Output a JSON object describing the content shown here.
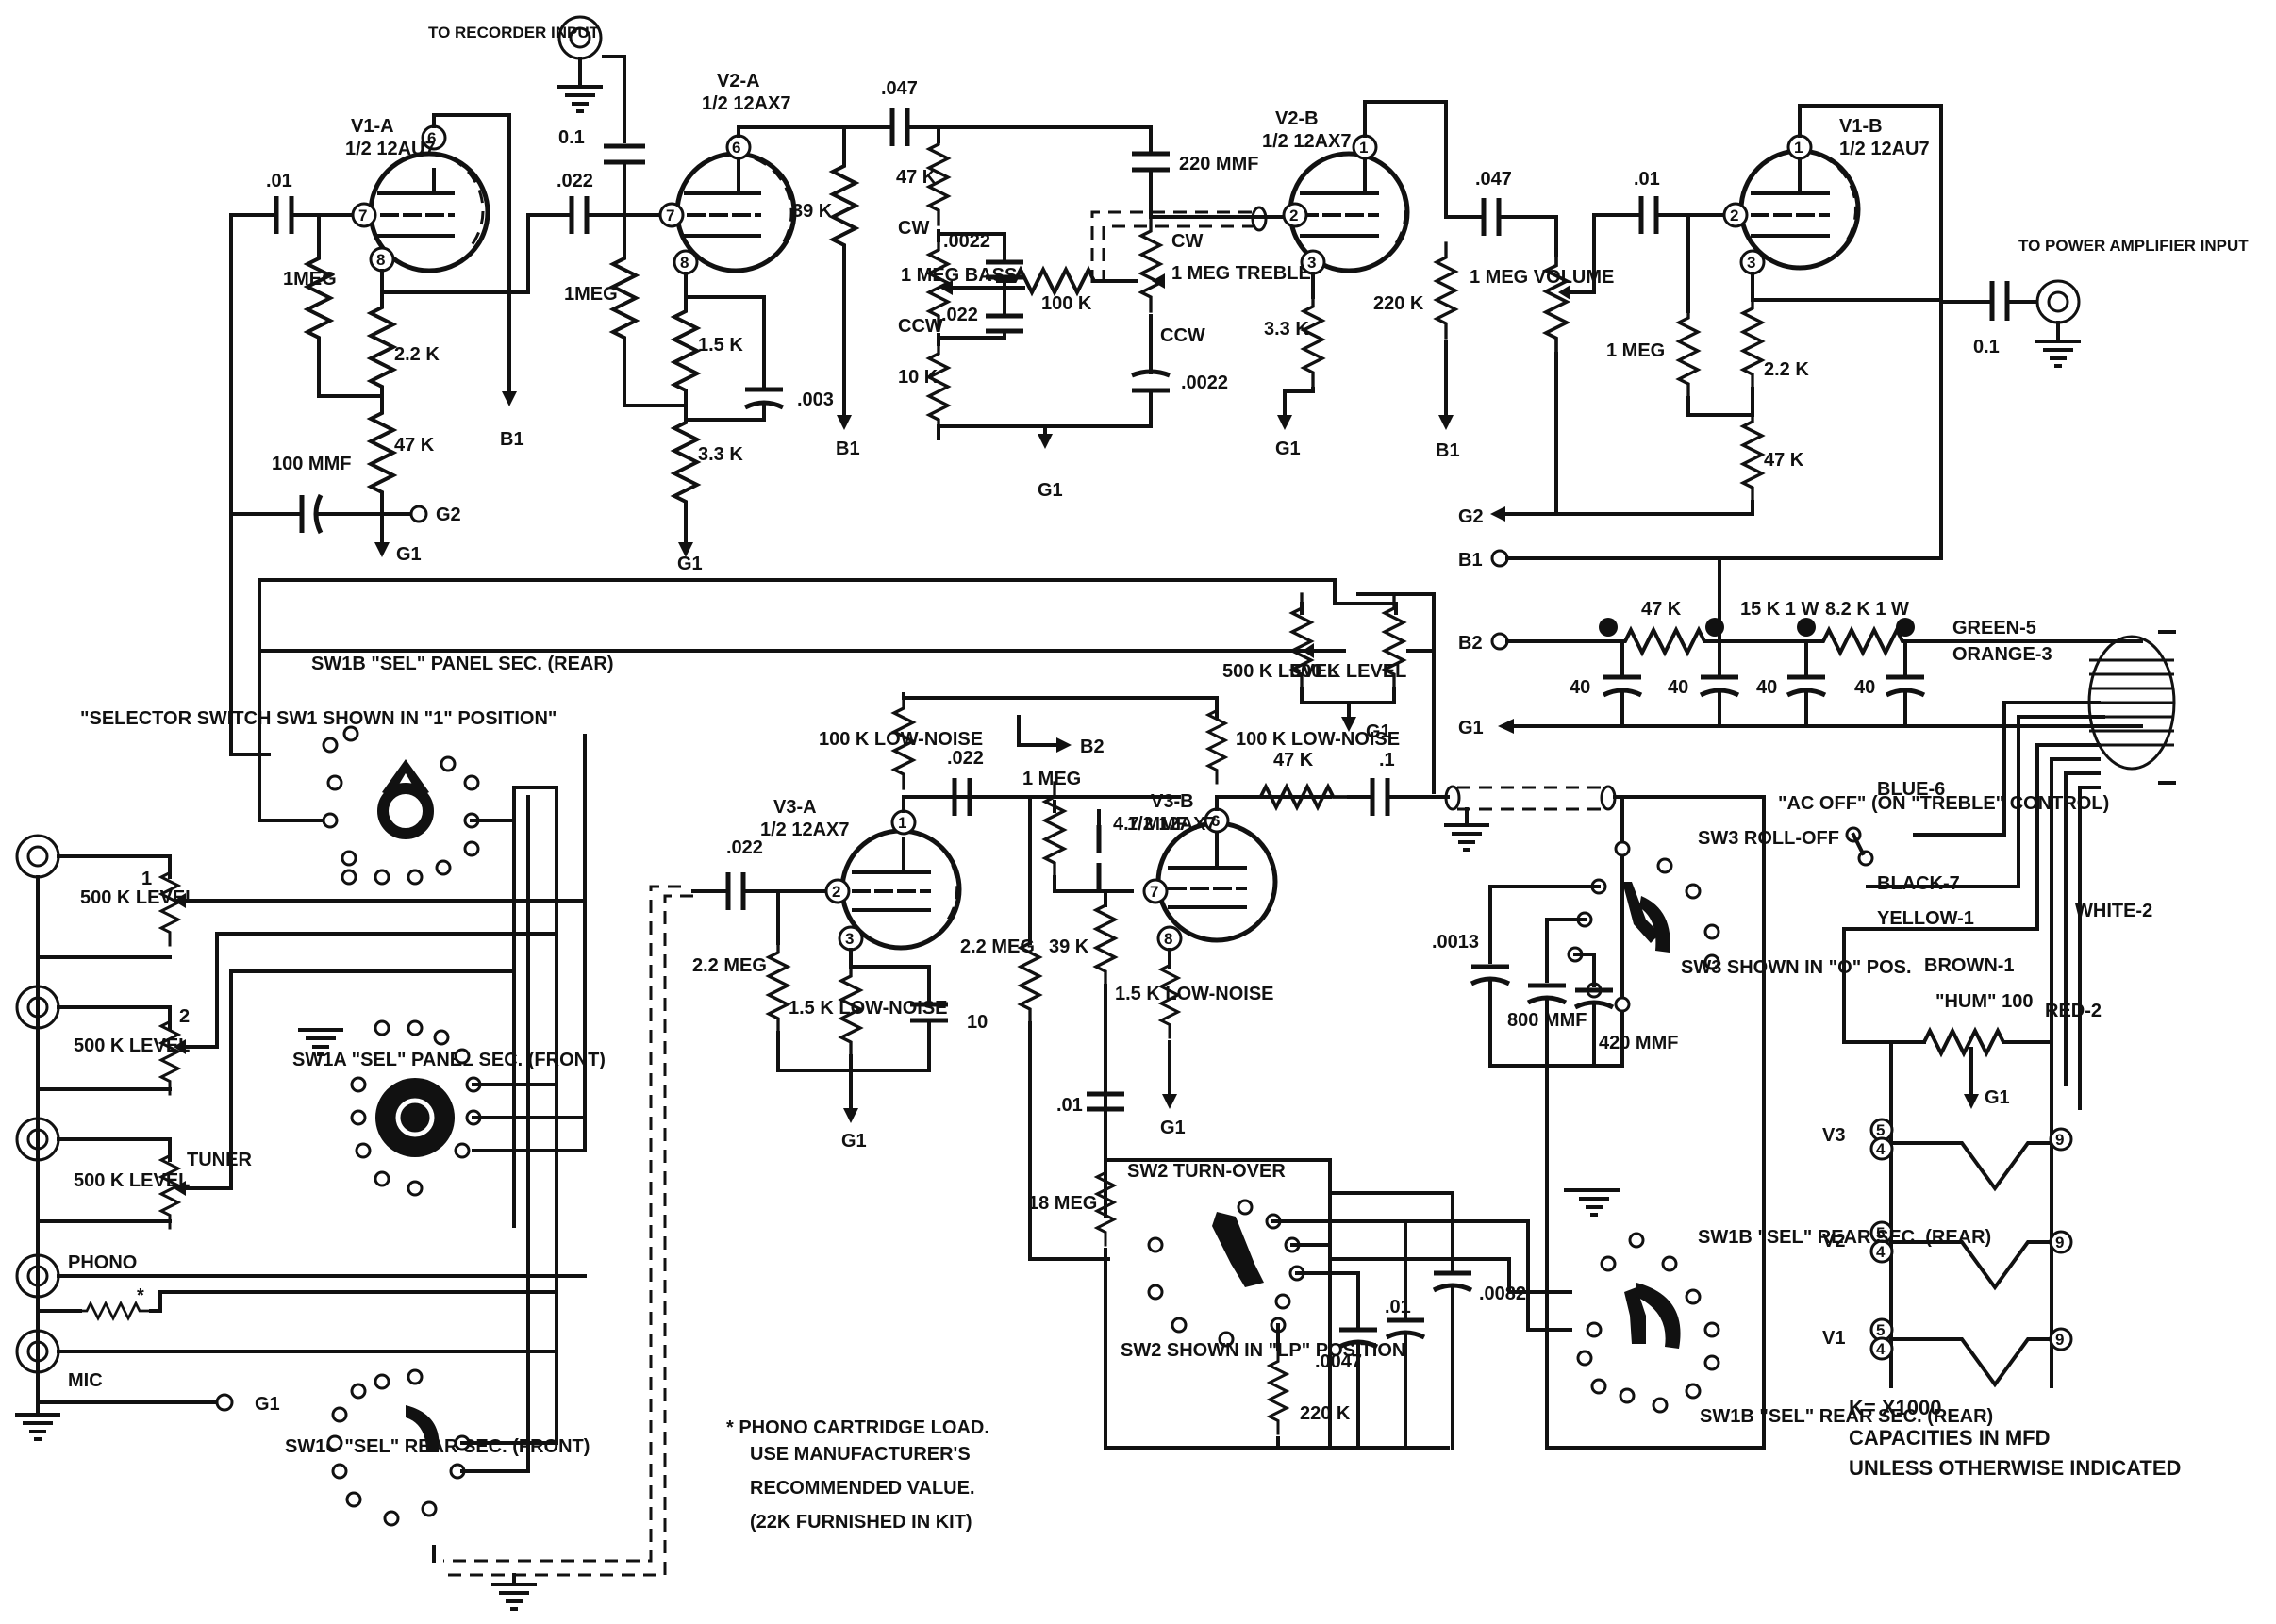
{
  "tubes": {
    "v1a": {
      "name": "V1-A",
      "type": "1/2 12AU7",
      "pins": [
        "6",
        "7",
        "8"
      ]
    },
    "v2a": {
      "name": "V2-A",
      "type": "1/2 12AX7",
      "pins": [
        "6",
        "7",
        "8"
      ]
    },
    "v2b": {
      "name": "V2-B",
      "type": "1/2 12AX7",
      "pins": [
        "1",
        "2",
        "3"
      ]
    },
    "v1b": {
      "name": "V1-B",
      "type": "1/2 12AU7",
      "pins": [
        "1",
        "2",
        "3"
      ]
    },
    "v3a": {
      "name": "V3-A",
      "type": "1/2 12AX7",
      "pins": [
        "1",
        "2",
        "3"
      ]
    },
    "v3b": {
      "name": "V3-B",
      "type": "1/2 12AX7",
      "pins": [
        "6",
        "7",
        "8"
      ]
    }
  },
  "components": {
    "c01_v1a": ".01",
    "r1meg_v1a": "1MEG",
    "r22k_v1a": "2.2 K",
    "r47k_v1a": "47 K",
    "c100mmf": "100 MMF",
    "c01_rec": "0.1",
    "c022_v2a": ".022",
    "r1meg_v2a": "1MEG",
    "r15k_v2a": "1.5 K",
    "r33k_v2a": "3.3 K",
    "c003": ".003",
    "c047_a": ".047",
    "r39k": "39 K",
    "r47k_tone": "47 K",
    "cw_bass": "CW",
    "c0022_a": ".0022",
    "bass_pot": "1 MEG BASS",
    "c022_tone": ".022",
    "ccw_bass": "CCW",
    "r10k": "10 K",
    "r100k_tone": "100 K",
    "c220mmf": "220 MMF",
    "cw_treble": "CW",
    "treble_pot": "1 MEG TREBLE",
    "ccw_treble": "CCW",
    "c0022_b": ".0022",
    "r33k_v2b": "3.3 K",
    "r220k_v2b": "220 K",
    "c047_b": ".047",
    "volume_pot": "1 MEG VOLUME",
    "c01_v1b": ".01",
    "r1meg_v1b": "1 MEG",
    "r22k_v1b": "2.2 K",
    "r47k_v1b": "47 K",
    "c01_out": "0.1",
    "r47k_ps": "47 K",
    "r15k1w": "15 K 1 W",
    "r82k1w": "8.2 K 1 W",
    "c40": "40",
    "r500k_level_a": "500 K LEVEL",
    "r500k_level_b": "500 K LEVEL",
    "r100k_v3a": "100 K LOW-NOISE",
    "c022_v3a_out": ".022",
    "c022_v3a_in": ".022",
    "r22meg_v3a": "2.2 MEG",
    "r15k_v3a": "1.5 K LOW-NOISE",
    "c10": "10",
    "r1meg_fb": "1 MEG",
    "c47mmf": "4.7 MMF",
    "r22meg_v3b": "2.2 MEG",
    "r39k_v3b": "39 K",
    "r15k_v3b": "1.5 K LOW-NOISE",
    "r100k_v3b": "100 K LOW-NOISE",
    "r47k_v3b": "47 K",
    "c1_out": ".1",
    "c01_sw2": ".01",
    "r18meg": "18 MEG",
    "c0047": ".0047",
    "c01_b": ".01",
    "c0082": ".0082",
    "r220k_sw2": "220 K",
    "c0013": ".0013",
    "c800mmf": "800 MMF",
    "c420mmf": "420 MMF",
    "hum_pot": "\"HUM\" 100",
    "level1_pot": "500 K LEVEL",
    "level2_pot": "500 K LEVEL",
    "level_tuner_pot": "500 K LEVEL",
    "phono_load": "*"
  },
  "inputs": {
    "in1": "1",
    "in2": "2",
    "tuner": "TUNER",
    "phono": "PHONO",
    "mic": "MIC"
  },
  "nodes": {
    "b1": "B1",
    "b2": "B2",
    "g1": "G1",
    "g2": "G2"
  },
  "jacks": {
    "recorder": "TO RECORDER INPUT",
    "power_amp": "TO POWER AMPLIFIER INPUT"
  },
  "switches": {
    "selector_note": "\"SELECTOR SWITCH SW1 SHOWN IN \"1\" POSITION\"",
    "sw1b_panel_rear": "SW1B \"SEL\" PANEL SEC. (REAR)",
    "sw1a_panel_front": "SW1A \"SEL\" PANEL SEC. (FRONT)",
    "sw1c_rear_front": "SW1C \"SEL\" REAR SEC. (FRONT)",
    "sw1b_rear_rear": "SW1B \"SEL\" REAR SEC. (REAR)",
    "sw3_rolloff": "SW3 ROLL-OFF",
    "sw3_note": "SW3 SHOWN IN \"O\" POS.",
    "sw2_turnover": "SW2 TURN-OVER",
    "sw2_note": "SW2 SHOWN IN \"LP\" POSITION",
    "ac_off": "\"AC OFF\" (ON \"TREBLE\" CONTROL)"
  },
  "cable": {
    "green": "GREEN-5",
    "orange": "ORANGE-3",
    "blue": "BLUE-6",
    "black": "BLACK-7",
    "yellow": "YELLOW-1",
    "brown": "BROWN-1",
    "white": "WHITE-2",
    "red": "RED-2"
  },
  "heaters": {
    "v3": "V3",
    "v2": "V2",
    "v1": "V1",
    "pin_a": "5",
    "pin_b": "4",
    "pin_c": "9"
  },
  "notes": {
    "phono_load": "* PHONO CARTRIDGE LOAD. USE MANUFACTURER'S RECOMMENDED VALUE. (22K FURNISHED IN KIT)",
    "phono_line1": "* PHONO CARTRIDGE LOAD.",
    "phono_line2": "USE MANUFACTURER'S",
    "phono_line3": "RECOMMENDED VALUE.",
    "phono_line4": "(22K FURNISHED IN KIT)",
    "legend1": "K= X1000",
    "legend2": "CAPACITIES IN MFD",
    "legend3": "UNLESS OTHERWISE INDICATED"
  }
}
